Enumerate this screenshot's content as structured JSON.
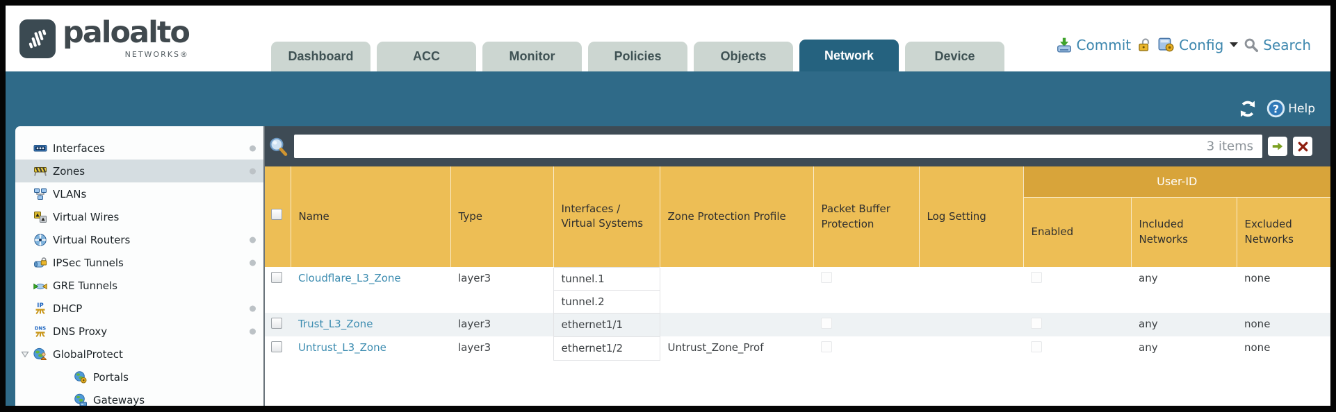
{
  "brand": {
    "name": "paloalto",
    "subtitle": "NETWORKS®"
  },
  "nav": {
    "tabs": [
      {
        "label": "Dashboard",
        "active": false
      },
      {
        "label": "ACC",
        "active": false
      },
      {
        "label": "Monitor",
        "active": false
      },
      {
        "label": "Policies",
        "active": false
      },
      {
        "label": "Objects",
        "active": false
      },
      {
        "label": "Network",
        "active": true
      },
      {
        "label": "Device",
        "active": false
      }
    ]
  },
  "header_actions": {
    "commit_label": "Commit",
    "config_label": "Config",
    "search_label": "Search",
    "icons": [
      "commit-icon",
      "lock-icon",
      "config-icon",
      "search-icon"
    ]
  },
  "band": {
    "help_label": "Help",
    "icons": [
      "refresh-icon",
      "help-icon"
    ]
  },
  "sidebar": {
    "items": [
      {
        "label": "Interfaces",
        "icon": "interfaces-icon",
        "dot": true,
        "selected": false
      },
      {
        "label": "Zones",
        "icon": "zones-icon",
        "dot": true,
        "selected": true
      },
      {
        "label": "VLANs",
        "icon": "vlans-icon",
        "dot": false,
        "selected": false
      },
      {
        "label": "Virtual Wires",
        "icon": "virtual-wires-icon",
        "dot": false,
        "selected": false
      },
      {
        "label": "Virtual Routers",
        "icon": "virtual-routers-icon",
        "dot": true,
        "selected": false
      },
      {
        "label": "IPSec Tunnels",
        "icon": "ipsec-tunnels-icon",
        "dot": true,
        "selected": false
      },
      {
        "label": "GRE Tunnels",
        "icon": "gre-tunnels-icon",
        "dot": false,
        "selected": false
      },
      {
        "label": "DHCP",
        "icon": "dhcp-icon",
        "dot": true,
        "selected": false
      },
      {
        "label": "DNS Proxy",
        "icon": "dns-proxy-icon",
        "dot": true,
        "selected": false
      },
      {
        "label": "GlobalProtect",
        "icon": "globalprotect-icon",
        "dot": false,
        "selected": false,
        "expanded": true
      },
      {
        "label": "Portals",
        "icon": "portals-icon",
        "dot": false,
        "selected": false,
        "child": true
      },
      {
        "label": "Gateways",
        "icon": "gateways-icon",
        "dot": false,
        "selected": false,
        "child": true
      }
    ]
  },
  "filter": {
    "value": "",
    "count": "3 items"
  },
  "table": {
    "group_header": "User-ID",
    "columns": {
      "name": "Name",
      "type": "Type",
      "interfaces": "Interfaces / Virtual Systems",
      "zone_protection": "Zone Protection Profile",
      "packet_buffer": "Packet Buffer Protection",
      "log_setting": "Log Setting",
      "enabled": "Enabled",
      "included": "Included Networks",
      "excluded": "Excluded Networks"
    },
    "rows": [
      {
        "name": "Cloudflare_L3_Zone",
        "type": "layer3",
        "interfaces": [
          "tunnel.1",
          "tunnel.2"
        ],
        "zone_protection_profile": "",
        "packet_buffer_protection_checked": false,
        "log_setting": "",
        "user_id_enabled_checked": false,
        "included_networks": "any",
        "excluded_networks": "none"
      },
      {
        "name": "Trust_L3_Zone",
        "type": "layer3",
        "interfaces": [
          "ethernet1/1"
        ],
        "zone_protection_profile": "",
        "packet_buffer_protection_checked": false,
        "log_setting": "",
        "user_id_enabled_checked": false,
        "included_networks": "any",
        "excluded_networks": "none"
      },
      {
        "name": "Untrust_L3_Zone",
        "type": "layer3",
        "interfaces": [
          "ethernet1/2"
        ],
        "zone_protection_profile": "Untrust_Zone_Prof",
        "packet_buffer_protection_checked": false,
        "log_setting": "",
        "user_id_enabled_checked": false,
        "included_networks": "any",
        "excluded_networks": "none"
      }
    ]
  },
  "colors": {
    "band_teal": "#2f6a88",
    "tab_active": "#25627f",
    "filter_slate": "#3e4b55",
    "table_header_orange": "#edbe55",
    "user_id_band_orange": "#d8a43a",
    "link_blue": "#3c8cb0",
    "row_alt": "#eef2f4"
  }
}
